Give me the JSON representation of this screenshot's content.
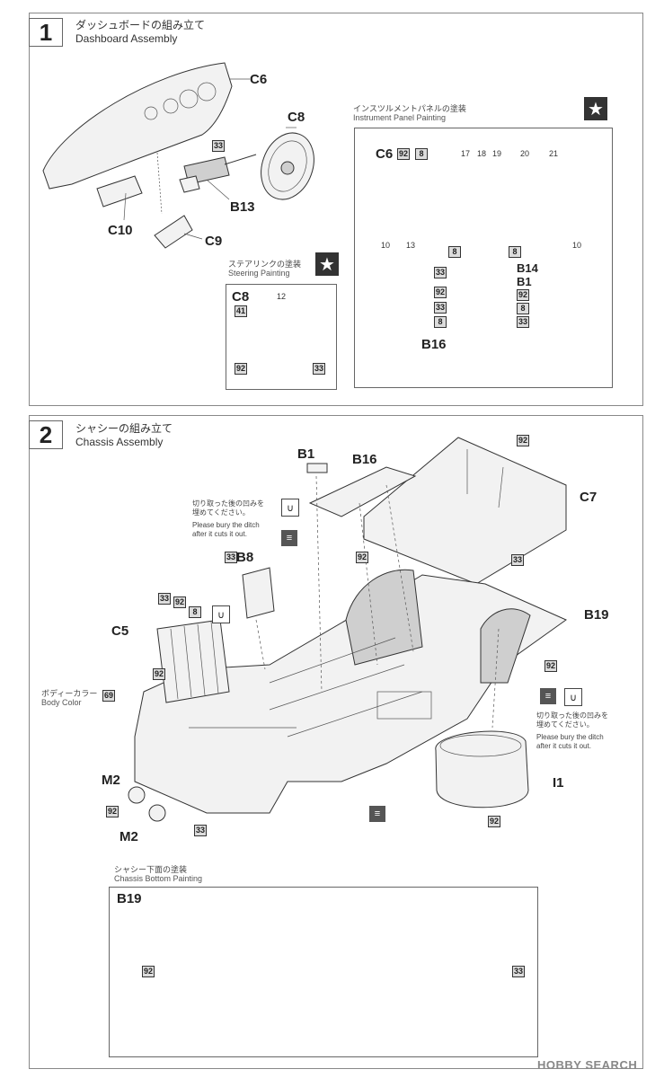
{
  "step1": {
    "number": "1",
    "title_jp": "ダッシュボードの組み立て",
    "title_en": "Dashboard Assembly",
    "parts": {
      "c6": "C6",
      "c8": "C8",
      "b13": "B13",
      "c10": "C10",
      "c9": "C9"
    },
    "code_b13": "33",
    "instrument_panel": {
      "title_jp": "インスツルメントパネルの塗装",
      "title_en": "Instrument Panel Painting",
      "star": "★",
      "part": "C6",
      "header_codes": [
        "92",
        "8"
      ],
      "top_numbers": [
        "17",
        "18",
        "19",
        "20",
        "21"
      ],
      "bottom_numbers": [
        "10",
        "13",
        "10"
      ],
      "codes_mid": [
        "8",
        "8"
      ],
      "rows": [
        {
          "left": "33",
          "right": "B14"
        },
        {
          "left": "",
          "right": "B1"
        },
        {
          "left": "92",
          "right": "92"
        },
        {
          "left": "33",
          "right": "8"
        },
        {
          "left": "8",
          "right": "33"
        }
      ],
      "b16": "B16"
    },
    "steering_painting": {
      "title_jp": "ステアリンクの塗装",
      "title_en": "Steering Painting",
      "star": "★",
      "part": "C8",
      "top_number": "12",
      "codes": [
        "41",
        "92",
        "33"
      ]
    }
  },
  "step2": {
    "number": "2",
    "title_jp": "シャシーの組み立て",
    "title_en": "Chassis Assembly",
    "parts": {
      "b1": "B1",
      "b16": "B16",
      "c7": "C7",
      "b8": "B8",
      "c5": "C5",
      "b19": "B19",
      "m2a": "M2",
      "m2b": "M2",
      "i1": "I1"
    },
    "codes": {
      "c7": "92",
      "floor_92": "92",
      "floor_33": "33",
      "b8_33": "33",
      "c5_33": "33",
      "c5_92a": "92",
      "c5_8": "8",
      "c5_92b": "92",
      "body_69": "69",
      "b19_92": "92",
      "m2_92": "92",
      "front_33": "33",
      "i1_92": "92"
    },
    "note_left": {
      "jp": "切り取った後の凹みを\n埋めてください。",
      "en": "Please bury the ditch\nafter it cuts it out."
    },
    "note_right": {
      "jp": "切り取った後の凹みを\n埋めてください。",
      "en": "Please bury the ditch\nafter it cuts it out."
    },
    "body_color": {
      "jp": "ボディーカラー",
      "en": "Body Color"
    },
    "chassis_bottom": {
      "title_jp": "シャシー下面の塗装",
      "title_en": "Chassis Bottom Painting",
      "part": "B19",
      "code_left": "92",
      "code_right": "33"
    }
  },
  "watermark": "HOBBY SEARCH",
  "colors": {
    "ink": "#222222",
    "paint_fill": "#dcdcdc",
    "frame": "#888888"
  }
}
